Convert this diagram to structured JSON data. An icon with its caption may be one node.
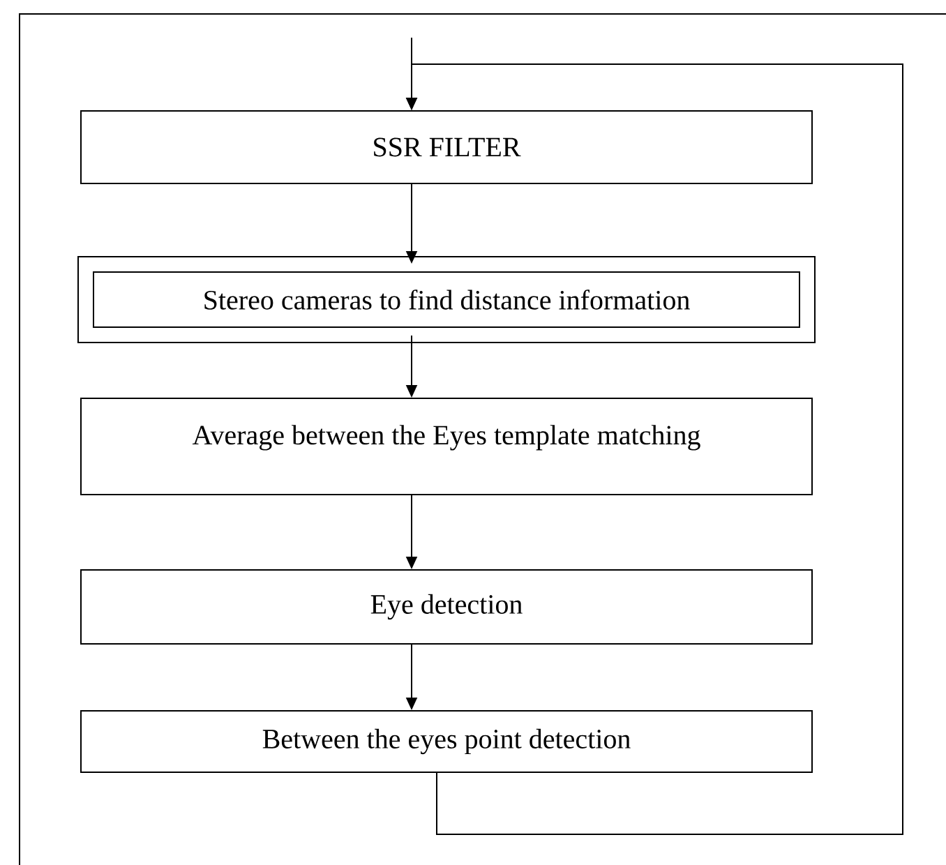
{
  "diagram": {
    "nodes": [
      {
        "text": [
          "SSR FILTER"
        ]
      },
      {
        "text": [
          "Stereo cameras to find distance information"
        ]
      },
      {
        "text": [
          "Average between the Eyes template matching"
        ]
      },
      {
        "text": [
          "Eye detection"
        ]
      },
      {
        "text": [
          "Between the eyes point detection"
        ]
      }
    ],
    "edges": [
      {
        "from": null,
        "to": 0,
        "arrow": "to"
      },
      {
        "from": 0,
        "to": 1,
        "arrow": "to"
      },
      {
        "from": 1,
        "to": 2,
        "arrow": "to"
      },
      {
        "from": 2,
        "to": 3,
        "arrow": "to"
      },
      {
        "from": 3,
        "to": 4,
        "arrow": "to"
      },
      {
        "from": 4,
        "to": 0,
        "arrow": "to"
      }
    ]
  }
}
